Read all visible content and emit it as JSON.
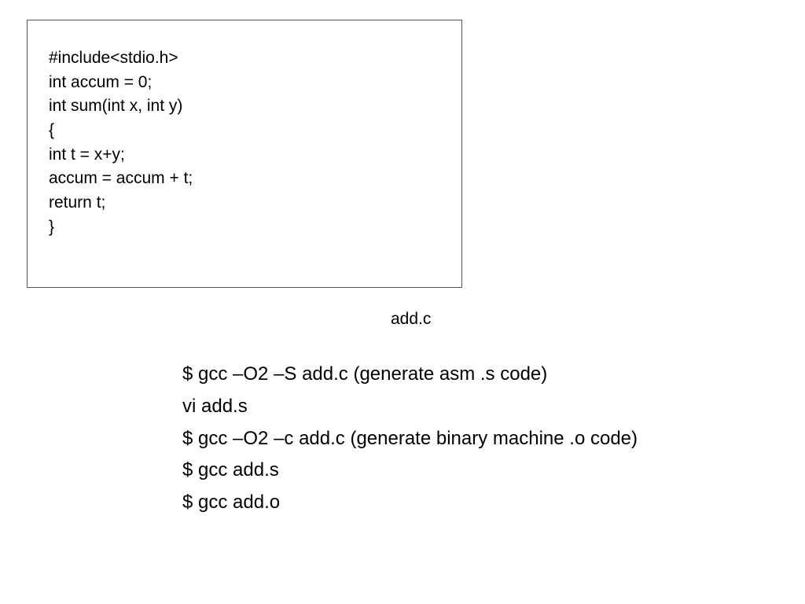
{
  "code_file": {
    "lines": [
      "#include<stdio.h>",
      "int accum = 0;",
      "int sum(int x, int y)",
      "{",
      "int t = x+y;",
      "accum = accum + t;",
      "return t;",
      "}"
    ],
    "caption": "add.c"
  },
  "commands": [
    "$ gcc –O2 –S add.c (generate asm .s code)",
    "vi add.s",
    "$ gcc –O2 –c add.c (generate binary machine .o code)",
    "$ gcc add.s",
    "$ gcc add.o"
  ]
}
